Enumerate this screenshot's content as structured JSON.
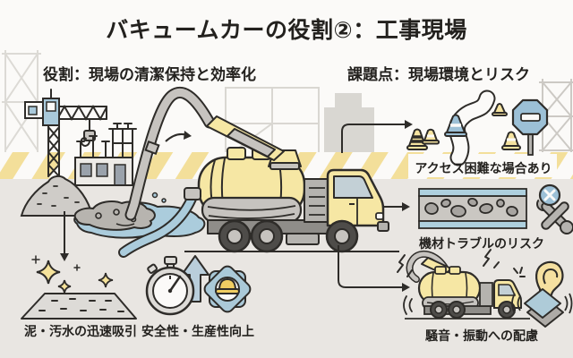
{
  "title": "バキュームカーの役割②：工事現場",
  "sections": {
    "role": {
      "heading": "役割：現場の清潔保持と効率化",
      "items": [
        {
          "label": "泥・汚水の迅速吸引",
          "icon": "sparkling-clean-surface-icon"
        },
        {
          "label": "安全性・生産性向上",
          "icon": "stopwatch-up-arrow-gear-helmet-icon"
        }
      ]
    },
    "issues": {
      "heading": "課題点：現場環境とリスク",
      "items": [
        {
          "label": "アクセス困難な場合あり",
          "icon": "winding-road-traffic-cones-no-entry-sign-icon"
        },
        {
          "label": "機材トラブルのリスク",
          "icon": "clogged-pipe-crossed-tools-icon"
        },
        {
          "label": "騒音・振動への配慮",
          "icon": "small-vacuum-truck-ear-vibration-icon"
        }
      ]
    }
  },
  "scene": {
    "elements": [
      "tower-crane",
      "building-under-construction",
      "scaffolding",
      "hazard-stripe-band",
      "dirt-mound",
      "mud-puddle",
      "suction-hose",
      "discharge-hose",
      "vacuum-truck",
      "flow-direction-arrow",
      "down-arrow",
      "connector-arrows"
    ]
  },
  "colors": {
    "background_top": "#fbfaf8",
    "background_bottom": "#e9e6e2",
    "outline": "#2e2c29",
    "accent_yellow": "#f6e7a4",
    "hazard_yellow": "#f3df9a",
    "accent_blue": "#a9c9da",
    "water_blue": "#abccdc",
    "machine_gray": "#c6c3bf",
    "text": "#23211e"
  }
}
